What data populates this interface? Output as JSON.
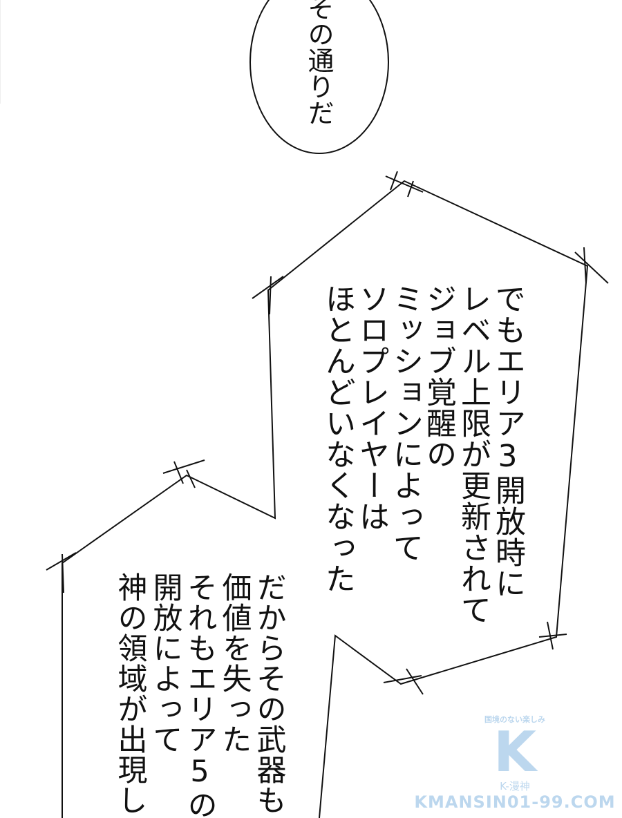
{
  "bubbles": [
    {
      "lines": [
        "その通りだ"
      ]
    },
    {
      "lines": [
        "でもエリア3開放時に",
        "レベル上限が更新されて",
        "ジョブ覚醒の",
        "ミッションによって",
        "ソロプレイヤーは",
        "ほとんどいなくなった"
      ]
    },
    {
      "lines": [
        "だからその武器も",
        "価値を失った",
        "それもエリア5の",
        "開放によって",
        "神の領域が出現して"
      ]
    }
  ],
  "watermark": {
    "tagline": "国境のない楽しみ",
    "logo": "K",
    "name": "K-漫神",
    "site": "KMANSIN01-99.COM",
    "color": "#bcd7ee"
  }
}
